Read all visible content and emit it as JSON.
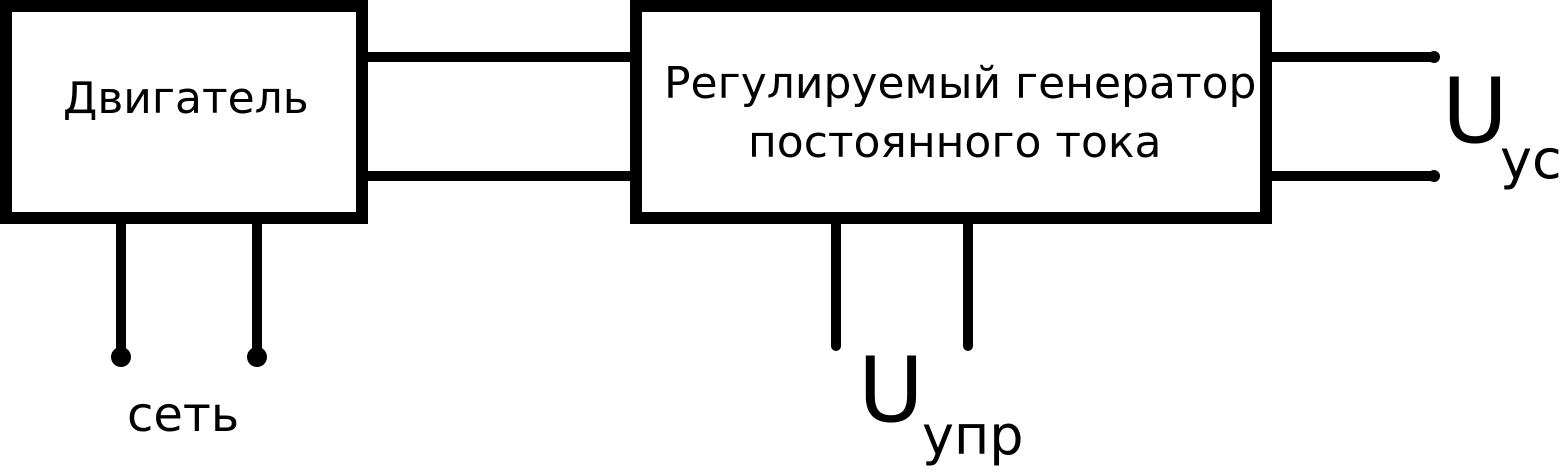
{
  "blocks": {
    "motor": {
      "label": "Двигатель"
    },
    "generator": {
      "line1": "Регулируемый генератор",
      "line2": "постоянного тока"
    }
  },
  "labels": {
    "network": "сеть",
    "output_voltage": {
      "symbol": "U",
      "subscript": "ус"
    },
    "control_voltage": {
      "symbol": "U",
      "subscript": "упр"
    }
  },
  "colors": {
    "stroke": "#000000",
    "background": "#ffffff"
  }
}
